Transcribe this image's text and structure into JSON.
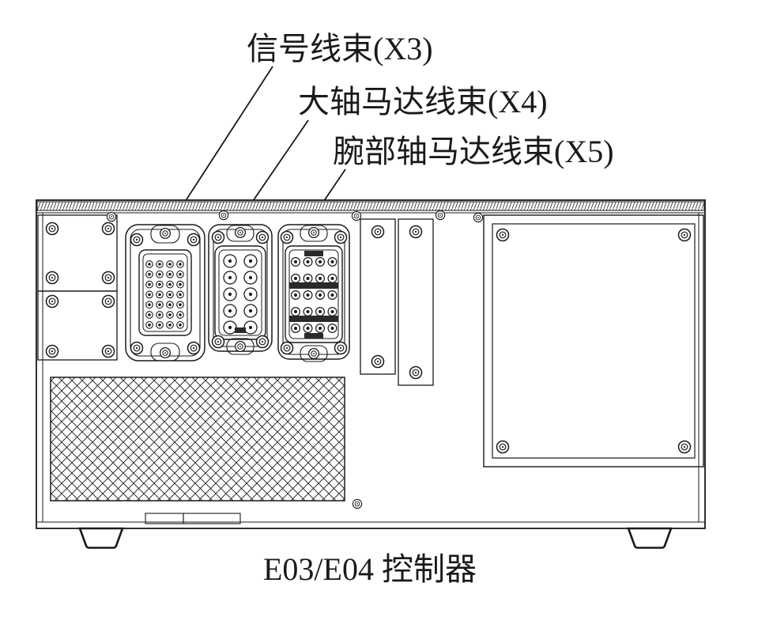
{
  "page": {
    "background": "#ffffff",
    "line_color": "#1a1a1a"
  },
  "labels": {
    "x3": "信号线束(X3)",
    "x4": "大轴马达线束(X4)",
    "x5": "腕部轴马达线束(X5)"
  },
  "caption": "E03/E04 控制器"
}
